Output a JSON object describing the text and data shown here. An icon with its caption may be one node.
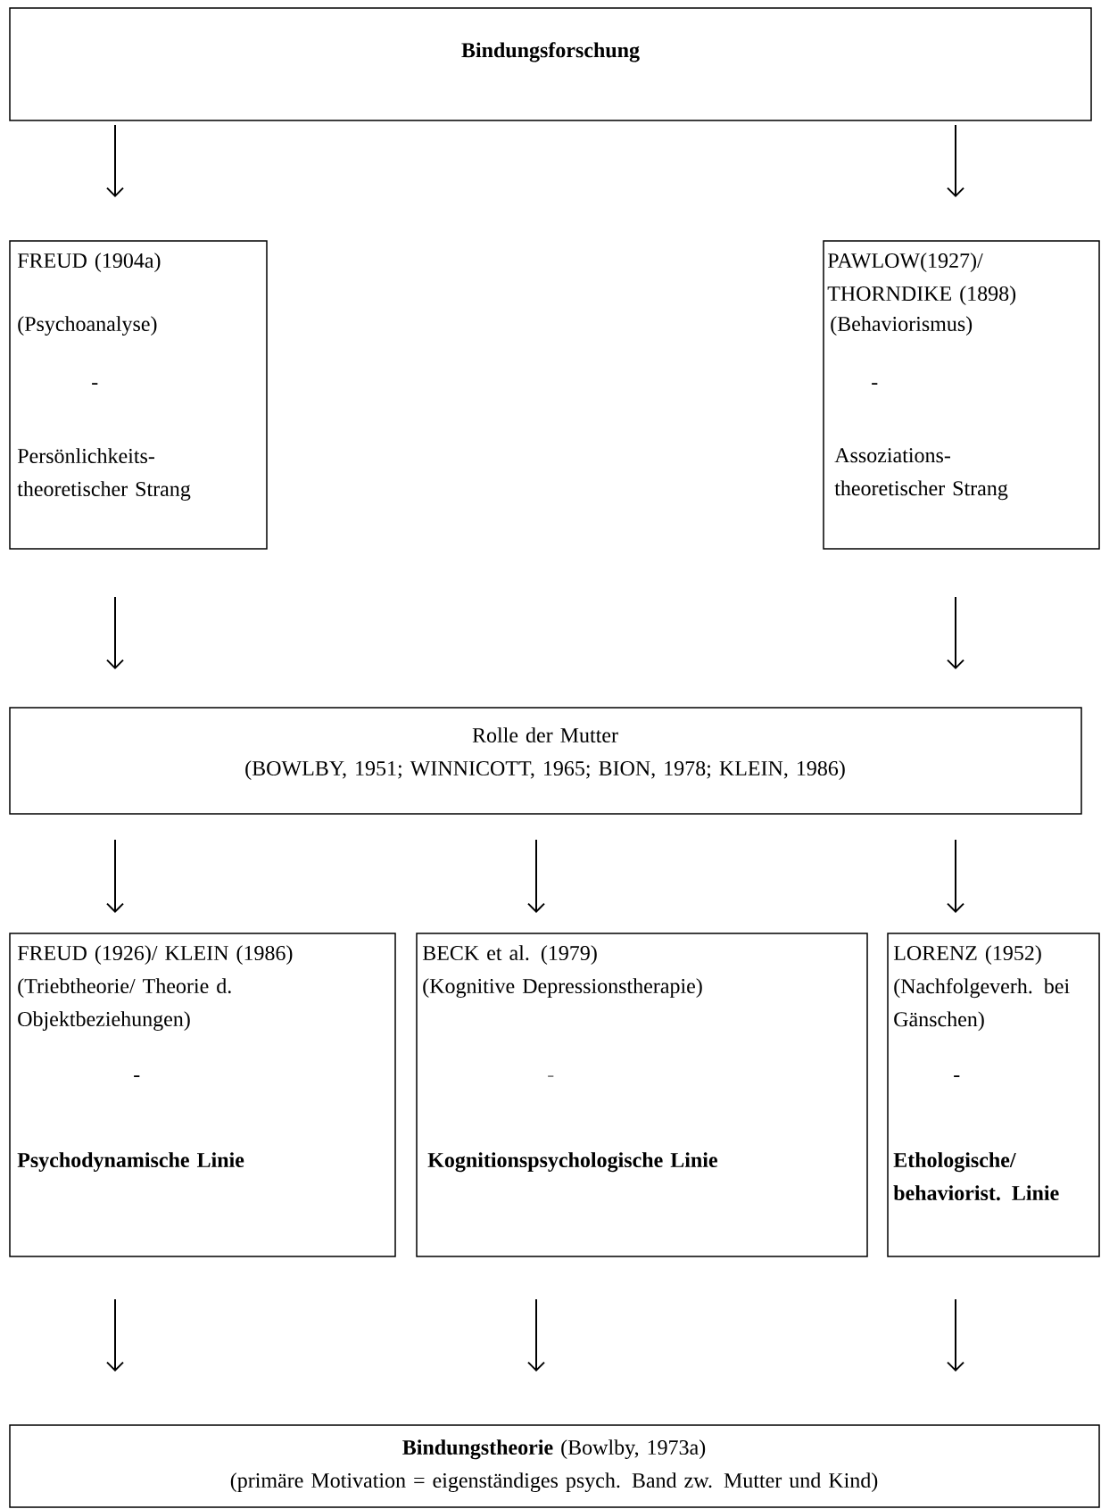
{
  "diagram": {
    "nodes": [
      {
        "text": [
          "Bindungsforschung"
        ]
      },
      {
        "text": [
          "FREUD (1904a)",
          "(Psychoanalyse)",
          "-",
          "Persönlichkeits- theoretischer Strang"
        ]
      },
      {
        "text": [
          "PAWLOW(1927)/ THORNDIKE (1898)",
          "(Behaviorismus)",
          "-",
          "Assoziations- theoretischer Strang"
        ]
      },
      {
        "text": [
          "Rolle der Mutter",
          "(BOWLBY, 1951; WINNICOTT, 1965; BION, 1978; KLEIN, 1986)"
        ]
      },
      {
        "text": [
          "FREUD (1926)/ KLEIN (1986)",
          "(Triebtheorie/ Theorie d. Objektbeziehungen)",
          "-",
          "Psychodynamische Linie"
        ]
      },
      {
        "text": [
          "BECK et al. (1979)",
          "(Kognitive Depressionstherapie)",
          "-",
          "Kognitionspsychologische Linie"
        ]
      },
      {
        "text": [
          "LORENZ (1952)",
          "(Nachfolgeverh. bei Gänschen)",
          "-",
          "Ethologische/ behaviorist. Linie"
        ]
      },
      {
        "text": [
          "**Bindungstheorie** (Bowlby, 1973a)",
          "(primäre Motivation = eigenständiges psych. Band zw. Mutter und Kind)"
        ]
      }
    ],
    "edges": [
      {
        "from": 0,
        "to": 1,
        "arrow": "to"
      },
      {
        "from": 0,
        "to": 2,
        "arrow": "to"
      },
      {
        "from": 1,
        "to": 3,
        "arrow": "to"
      },
      {
        "from": 2,
        "to": 3,
        "arrow": "to"
      },
      {
        "from": 3,
        "to": 4,
        "arrow": "to"
      },
      {
        "from": 3,
        "to": 5,
        "arrow": "to"
      },
      {
        "from": 3,
        "to": 6,
        "arrow": "to"
      },
      {
        "from": 4,
        "to": 7,
        "arrow": "to"
      },
      {
        "from": 5,
        "to": 7,
        "arrow": "to"
      },
      {
        "from": 6,
        "to": 7,
        "arrow": "to"
      }
    ]
  }
}
